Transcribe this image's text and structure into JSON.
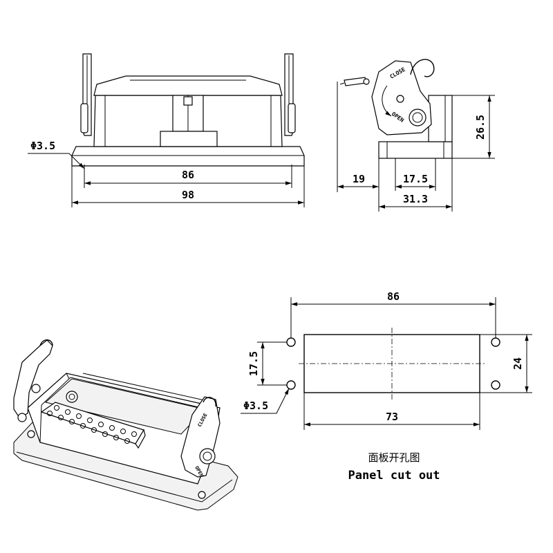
{
  "front_view": {
    "dim_hole": "Φ3.5",
    "dim_inner_width": "86",
    "dim_outer_width": "98"
  },
  "side_view": {
    "lever_close": "CLOSE",
    "lever_open": "OPEN",
    "dim_height": "26.5",
    "dim_offset": "19",
    "dim_inner": "17.5",
    "dim_base": "31.3"
  },
  "iso_view": {
    "lever_close": "CLOSE",
    "lever_open": "OPEN"
  },
  "panel_cutout": {
    "dim_hole_spacing_x": "86",
    "dim_hole_spacing_y": "17.5",
    "dim_cut_height": "24",
    "dim_cut_width": "73",
    "dim_hole": "Φ3.5",
    "caption_cn": "面板开孔图",
    "caption_en": "Panel cut out"
  }
}
